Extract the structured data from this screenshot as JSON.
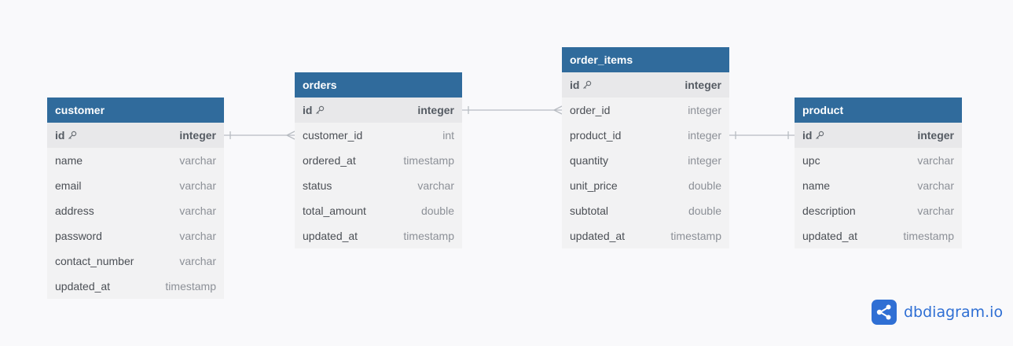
{
  "colors": {
    "header": "#306b9c",
    "connector": "#b8bcc2",
    "brand": "#2f6fd4"
  },
  "tables": [
    {
      "id": "customer",
      "name": "customer",
      "columns": [
        {
          "name": "id",
          "type": "integer",
          "pk": true
        },
        {
          "name": "name",
          "type": "varchar"
        },
        {
          "name": "email",
          "type": "varchar"
        },
        {
          "name": "address",
          "type": "varchar"
        },
        {
          "name": "password",
          "type": "varchar"
        },
        {
          "name": "contact_number",
          "type": "varchar"
        },
        {
          "name": "updated_at",
          "type": "timestamp"
        }
      ]
    },
    {
      "id": "orders",
      "name": "orders",
      "columns": [
        {
          "name": "id",
          "type": "integer",
          "pk": true
        },
        {
          "name": "customer_id",
          "type": "int"
        },
        {
          "name": "ordered_at",
          "type": "timestamp"
        },
        {
          "name": "status",
          "type": "varchar"
        },
        {
          "name": "total_amount",
          "type": "double"
        },
        {
          "name": "updated_at",
          "type": "timestamp"
        }
      ]
    },
    {
      "id": "order_items",
      "name": "order_items",
      "columns": [
        {
          "name": "id",
          "type": "integer",
          "pk": true
        },
        {
          "name": "order_id",
          "type": "integer"
        },
        {
          "name": "product_id",
          "type": "integer"
        },
        {
          "name": "quantity",
          "type": "integer"
        },
        {
          "name": "unit_price",
          "type": "double"
        },
        {
          "name": "subtotal",
          "type": "double"
        },
        {
          "name": "updated_at",
          "type": "timestamp"
        }
      ]
    },
    {
      "id": "product",
      "name": "product",
      "columns": [
        {
          "name": "id",
          "type": "integer",
          "pk": true
        },
        {
          "name": "upc",
          "type": "varchar"
        },
        {
          "name": "name",
          "type": "varchar"
        },
        {
          "name": "description",
          "type": "varchar"
        },
        {
          "name": "updated_at",
          "type": "timestamp"
        }
      ]
    }
  ],
  "relationships": [
    {
      "from_table": "customer",
      "from_column": "id",
      "from_end": "one",
      "to_table": "orders",
      "to_column": "customer_id",
      "to_end": "many"
    },
    {
      "from_table": "orders",
      "from_column": "id",
      "from_end": "one",
      "to_table": "order_items",
      "to_column": "order_id",
      "to_end": "many"
    },
    {
      "from_table": "order_items",
      "from_column": "product_id",
      "from_end": "one",
      "to_table": "product",
      "to_column": "id",
      "to_end": "one"
    }
  ],
  "brand": {
    "text": "dbdiagram.io",
    "icon": "share-nodes-icon"
  }
}
